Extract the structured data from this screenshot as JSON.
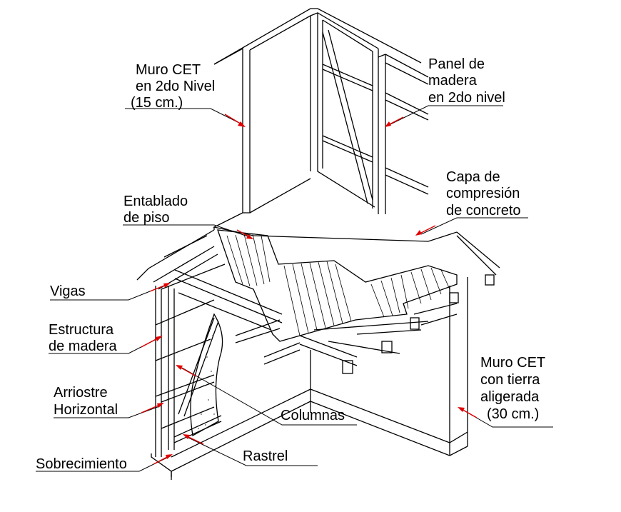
{
  "labels": {
    "muro_cet_2do_l1": "Muro CET",
    "muro_cet_2do_l2": "en 2do Nivel",
    "muro_cet_2do_l3": "(15 cm.)",
    "panel_l1": "Panel de",
    "panel_l2": "madera",
    "panel_l3": "en 2do nivel",
    "capa_l1": "Capa de",
    "capa_l2": "compresión",
    "capa_l3": "de concreto",
    "entablado_l1": "Entablado",
    "entablado_l2": "de piso",
    "vigas": "Vigas",
    "estructura_l1": "Estructura",
    "estructura_l2": "de madera",
    "arriostre_l1": "Arriostre",
    "arriostre_l2": "Horizontal",
    "columnas": "Columnas",
    "rastrel": "Rastrel",
    "sobrecimiento": "Sobrecimiento",
    "muro_tierra_l1": "Muro CET",
    "muro_tierra_l2": "con tierra",
    "muro_tierra_l3": "aligerada",
    "muro_tierra_l4": "(30 cm.)"
  },
  "colors": {
    "leader_arrow": "#e00000",
    "linework": "#000000",
    "background": "#ffffff"
  }
}
